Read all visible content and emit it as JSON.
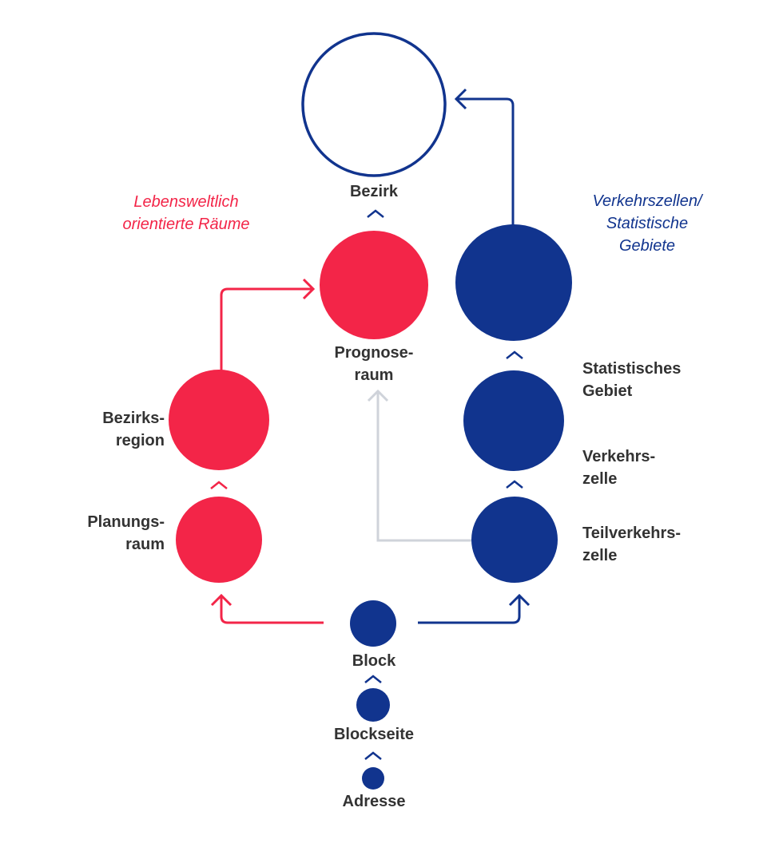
{
  "colors": {
    "red": "#f32548",
    "blue": "#11348e",
    "grey": "#cfd3da",
    "text": "#333333"
  },
  "groups": {
    "lifeworld": "Lebensweltlich orientierte Räume",
    "lifeworld_line1": "Lebensweltlich",
    "lifeworld_line2": "orientierte Räume",
    "traffic": "Verkehrszellen/ Statistische Gebiete",
    "traffic_line1": "Verkehrszellen/",
    "traffic_line2": "Statistische",
    "traffic_line3": "Gebiete"
  },
  "nodes": {
    "bezirk": "Bezirk",
    "prognoseraum_1": "Prognose-",
    "prognoseraum_2": "raum",
    "bezirksregion_1": "Bezirks-",
    "bezirksregion_2": "region",
    "planungsraum_1": "Planungs-",
    "planungsraum_2": "raum",
    "statistisches_gebiet_1": "Statistisches",
    "statistisches_gebiet_2": "Gebiet",
    "verkehrszelle_1": "Verkehrs-",
    "verkehrszelle_2": "zelle",
    "teilverkehrszelle_1": "Teilverkehrs-",
    "teilverkehrszelle_2": "zelle",
    "block": "Block",
    "blockseite": "Blockseite",
    "adresse": "Adresse"
  }
}
